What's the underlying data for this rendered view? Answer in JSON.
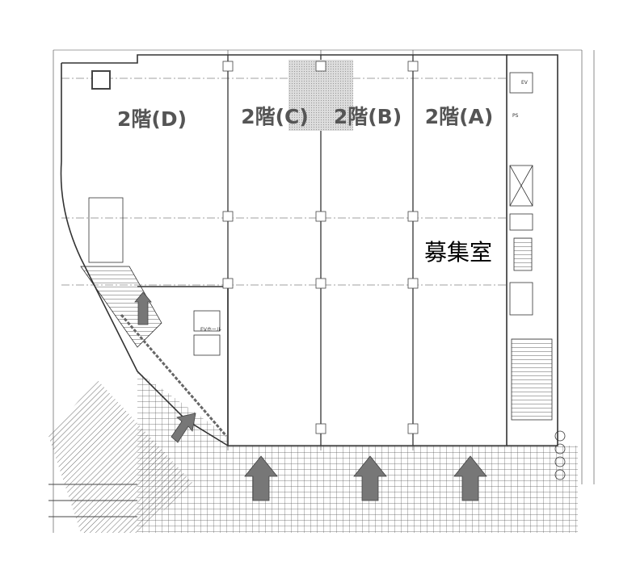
{
  "floor_plan": {
    "units": [
      {
        "id": "D",
        "label": "2階(D)"
      },
      {
        "id": "C",
        "label": "2階(C)"
      },
      {
        "id": "B",
        "label": "2階(B)"
      },
      {
        "id": "A",
        "label": "2階(A)"
      }
    ],
    "vacancy_label": "募集室",
    "small_labels": {
      "elevator": "EV",
      "elevator_hall": "EVホール",
      "ps": "PS"
    },
    "colors": {
      "unit_label": "#555555",
      "arrow": "#777777",
      "line": "#333333"
    }
  }
}
